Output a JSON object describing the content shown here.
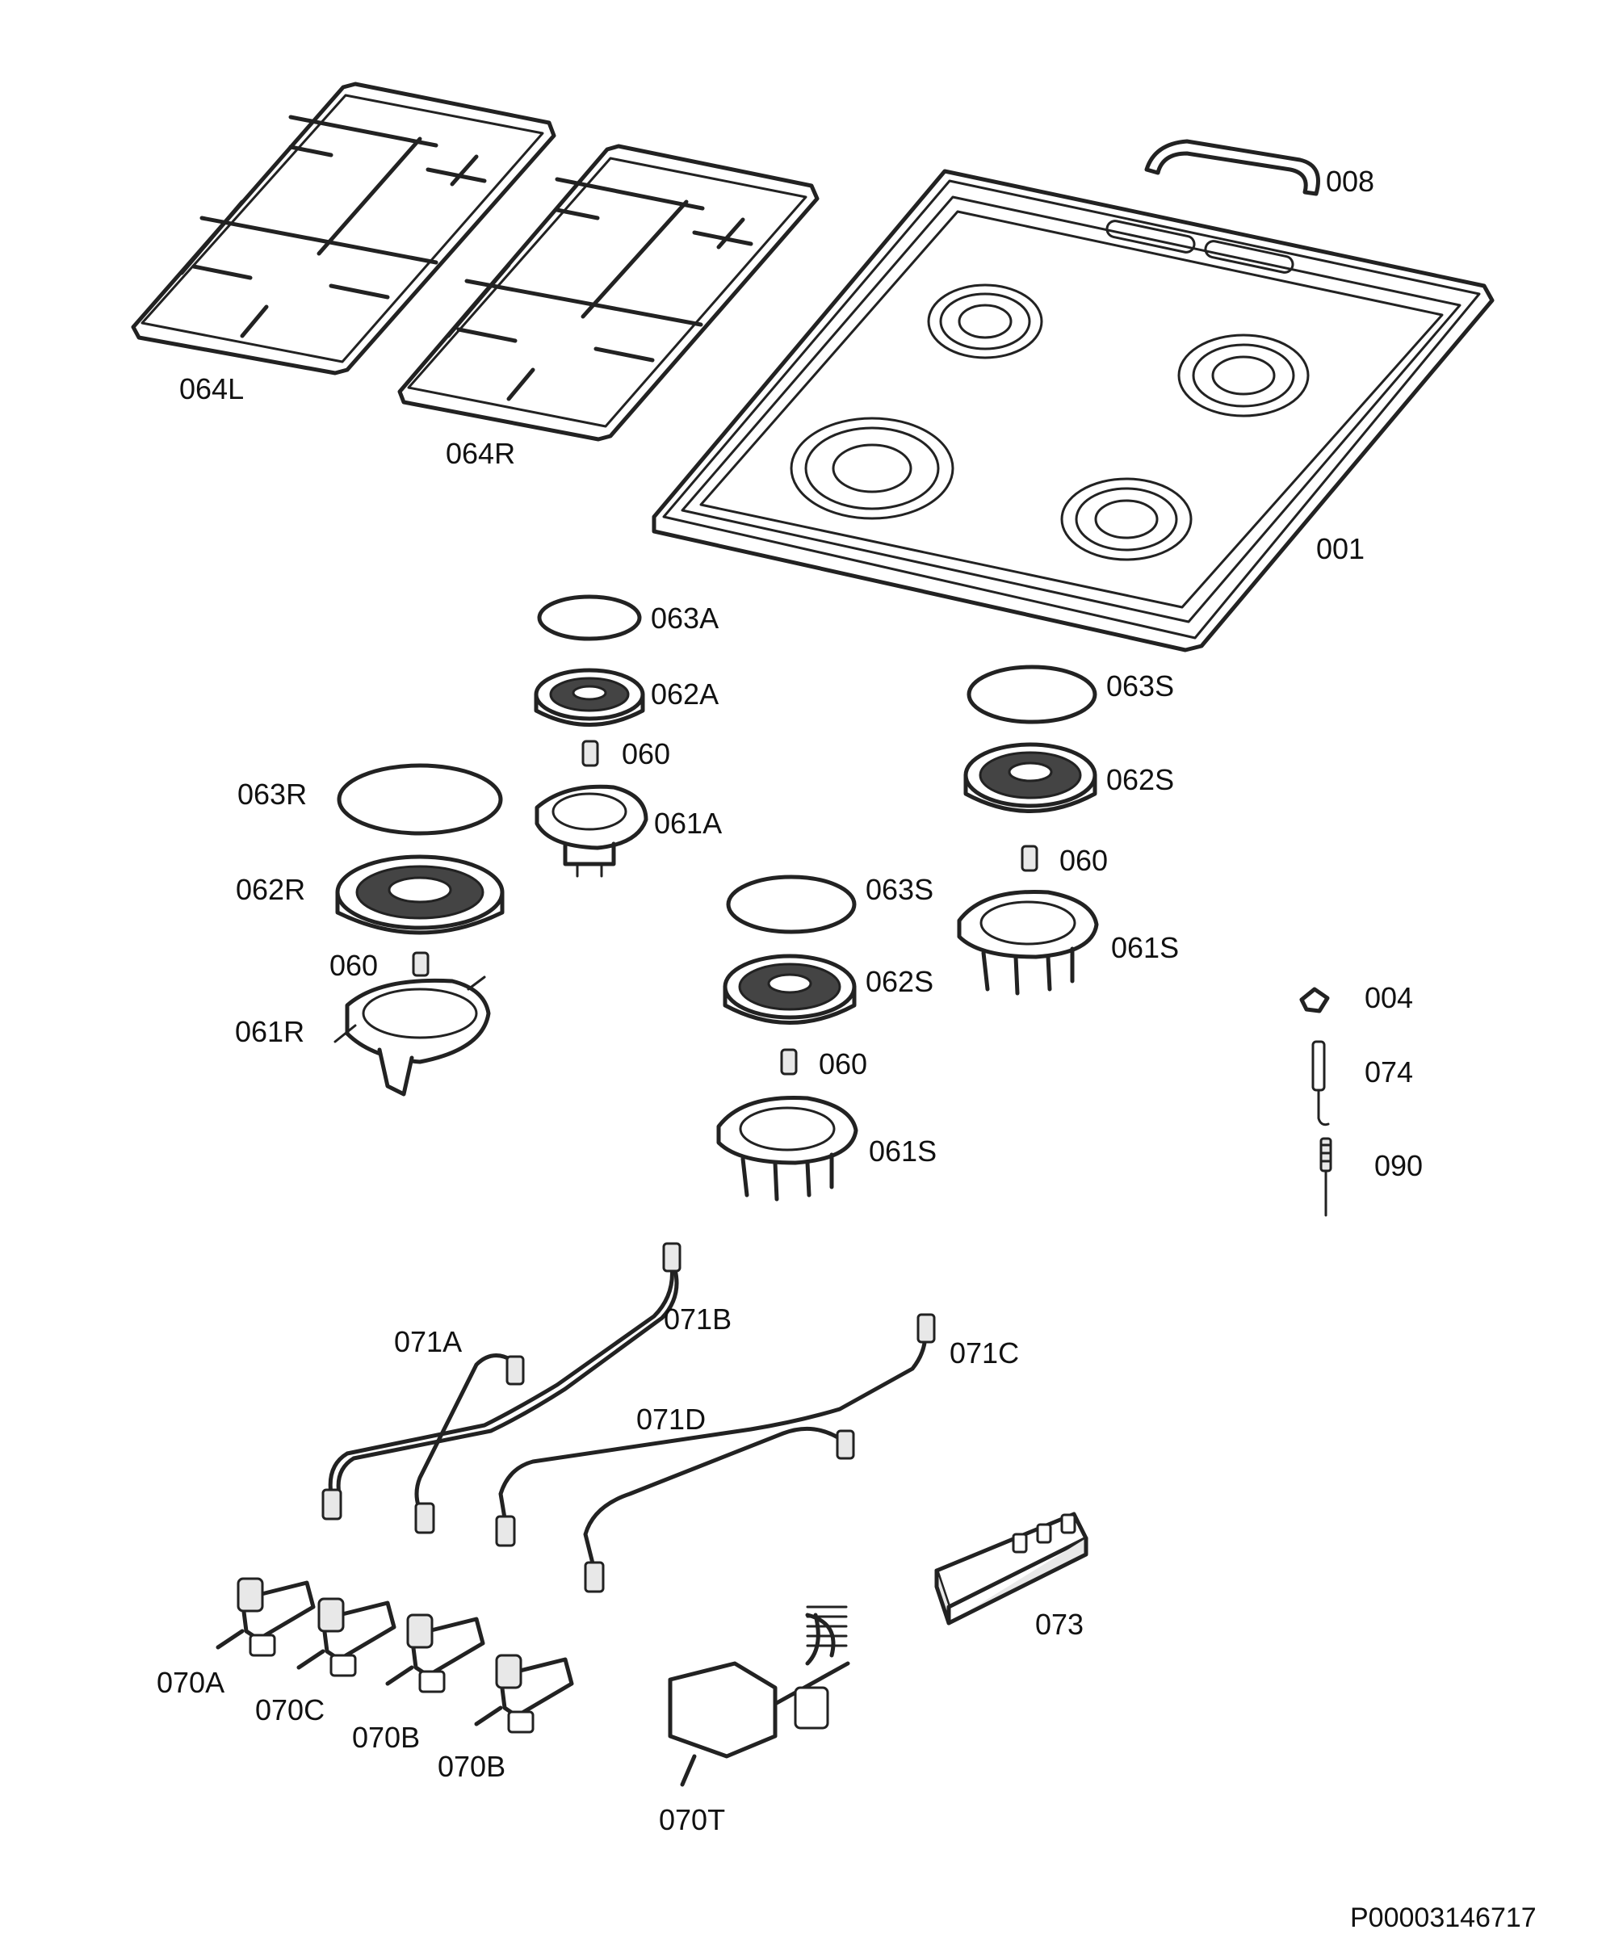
{
  "labels": {
    "grid_left": "064L",
    "grid_right": "064R",
    "knob_handle": "008",
    "hob_top": "001",
    "cap_aux": "063A",
    "crown_aux": "062A",
    "injector_aux": "060",
    "cup_aux": "061A",
    "cap_rapid": "063R",
    "crown_rapid": "062R",
    "injector_rapid": "060",
    "cup_rapid": "061R",
    "cap_semi_mid": "063S",
    "crown_semi_mid": "062S",
    "injector_semi_mid": "060",
    "cup_semi_mid": "061S",
    "cap_semi_right": "063S",
    "crown_semi_right": "062S",
    "injector_semi_right": "060",
    "cup_semi_right": "061S",
    "clip": "004",
    "electrode": "074",
    "thermocouple": "090",
    "pipe_a": "071A",
    "pipe_b": "071B",
    "pipe_c": "071C",
    "pipe_d": "071D",
    "tap_a": "070A",
    "tap_c": "070C",
    "tap_b1": "070B",
    "tap_b2": "070B",
    "thermostat_tap": "070T",
    "ignition_unit": "073",
    "document_code": "P00003146717"
  }
}
